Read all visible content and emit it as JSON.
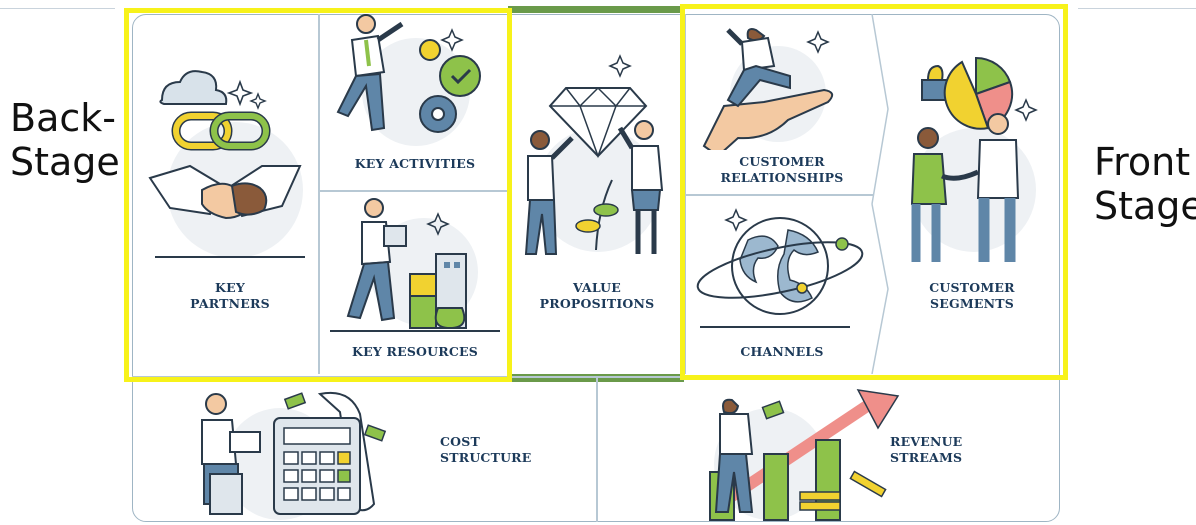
{
  "left_label": "Back-\nStage",
  "right_label": "Front\nStage",
  "blocks": {
    "key_partners": "KEY\nPARTNERS",
    "key_activities": "KEY ACTIVITIES",
    "key_resources": "KEY RESOURCES",
    "value_propositions": "VALUE\nPROPOSITIONS",
    "customer_relationships": "CUSTOMER\nRELATIONSHIPS",
    "channels": "CHANNELS",
    "customer_segments": "CUSTOMER\nSEGMENTS",
    "cost_structure": "COST\nSTRUCTURE",
    "revenue_streams": "REVENUE\nSTREAMS"
  },
  "colors": {
    "highlight": "#f7f21a",
    "accent_green": "#6a9a4a",
    "ink": "#1c3a5a",
    "yellow": "#f1d230",
    "teal": "#5f86a8"
  }
}
